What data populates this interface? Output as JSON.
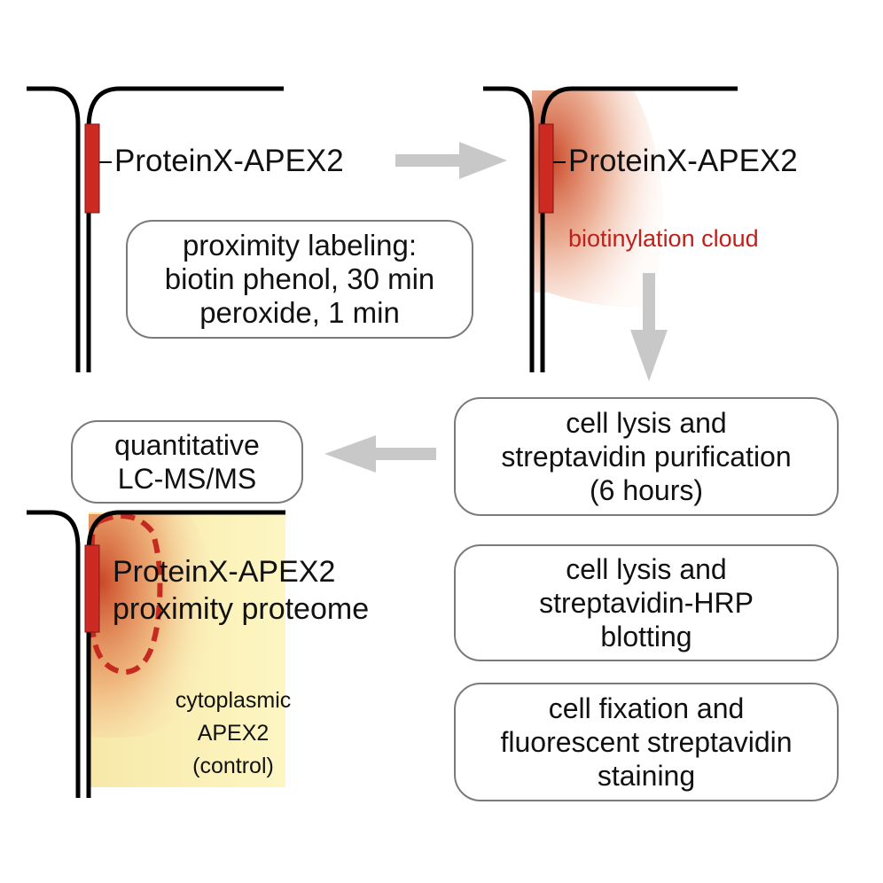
{
  "panel1": {
    "label": "ProteinX-APEX2",
    "labeling_box": [
      "proximity labeling:",
      "biotin phenol, 30 min",
      "peroxide, 1 min"
    ]
  },
  "panel2": {
    "label": "ProteinX-APEX2",
    "cloud_label": "biotinylation cloud"
  },
  "steps": {
    "purification": [
      "cell lysis and",
      "streptavidin purification",
      "(6 hours)"
    ],
    "blotting": [
      "cell lysis and",
      "streptavidin-HRP",
      "blotting"
    ],
    "staining": [
      "cell fixation and",
      "fluorescent streptavidin",
      "staining"
    ]
  },
  "ms_box": [
    "quantitative",
    "LC-MS/MS"
  ],
  "panel3": {
    "label": [
      "ProteinX-APEX2",
      "proximity proteome"
    ],
    "control_label": [
      "cytoplasmic",
      "APEX2",
      "(control)"
    ]
  },
  "colors": {
    "apex_red": "#cc2a22",
    "cloud_red": "#d8542e",
    "control_yellow": "#fdf6c3",
    "arrow_gray": "#c8c8c8",
    "box_border": "#7a7a7a",
    "cloud_text": "#c0201a"
  }
}
